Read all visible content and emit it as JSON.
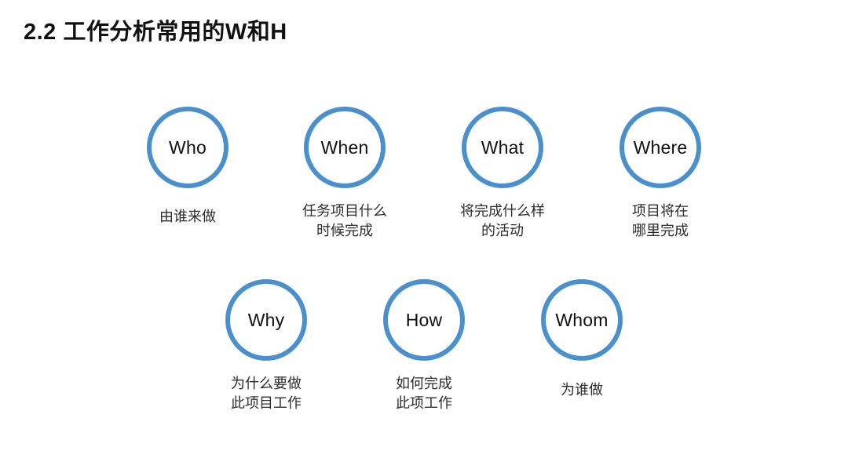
{
  "slide": {
    "title": "2.2 工作分析常用的W和H",
    "background_color": "#ffffff",
    "accent_color": "#4a90cc",
    "text_color": "#1a1a1a"
  },
  "nodes": [
    {
      "key": "who",
      "label": "Who",
      "caption": "由谁来做",
      "row": 1
    },
    {
      "key": "when",
      "label": "When",
      "caption": "任务项目什么\n时候完成",
      "row": 1
    },
    {
      "key": "what",
      "label": "What",
      "caption": "将完成什么样\n的活动",
      "row": 1
    },
    {
      "key": "where",
      "label": "Where",
      "caption": "项目将在\n哪里完成",
      "row": 1
    },
    {
      "key": "why",
      "label": "Why",
      "caption": "为什么要做\n此项目工作",
      "row": 2
    },
    {
      "key": "how",
      "label": "How",
      "caption": "如何完成\n此项工作",
      "row": 2
    },
    {
      "key": "whom",
      "label": "Whom",
      "caption": "为谁做",
      "row": 2
    }
  ]
}
